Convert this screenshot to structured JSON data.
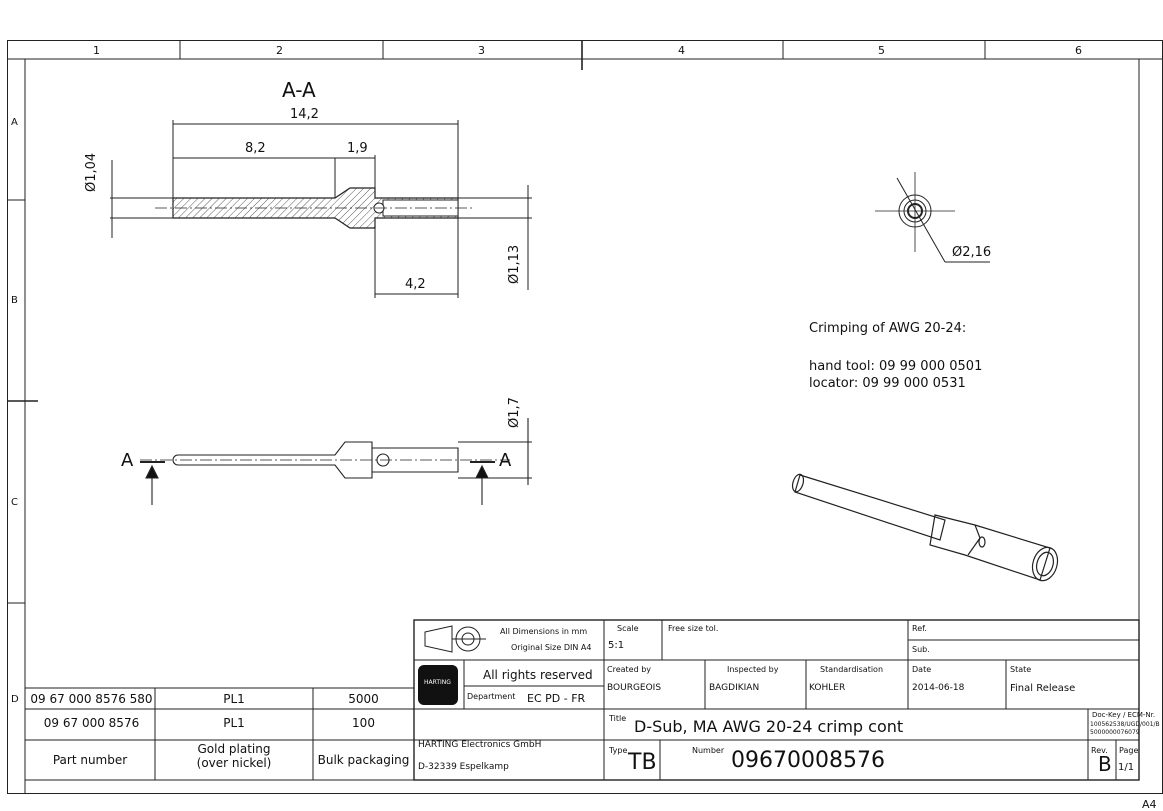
{
  "zones": {
    "columns": [
      "1",
      "2",
      "3",
      "4",
      "5",
      "6"
    ],
    "rows": [
      "A",
      "B",
      "C",
      "D"
    ]
  },
  "drawing": {
    "section_label": "A-A",
    "dims": {
      "total_length": "14,2",
      "length_a": "8,2",
      "length_b": "1,9",
      "length_c": "4,2",
      "dia_small": "Ø1,04",
      "dia_mid": "Ø1,13",
      "dia_large": "Ø1,7",
      "dia_hole": "Ø2,16"
    },
    "cut_marker": "A",
    "notes": [
      "Crimping of AWG 20-24:",
      "hand tool: 09 99 000 0501",
      "locator: 09 99 000 0531"
    ]
  },
  "parts_table": {
    "rows": [
      [
        "09 67 000 8576 580",
        "PL1",
        "5000"
      ],
      [
        "09 67 000 8576",
        "PL1",
        "100"
      ]
    ],
    "headers": [
      "Part number",
      "Gold plating\n(over nickel)",
      "Bulk packaging"
    ]
  },
  "title_block": {
    "dimensions_note": "All Dimensions in mm",
    "original_size": "Original Size DIN A4",
    "rights": "All rights reserved",
    "department_label": "Department",
    "department": "EC PD - FR",
    "company": "HARTING Electronics GmbH",
    "address": "D-32339 Espelkamp",
    "scale_label": "Scale",
    "scale": "5:1",
    "tolerance": "Free size tol.",
    "ref_label": "Ref.",
    "sub_label": "Sub.",
    "created_by_label": "Created by",
    "created_by": "BOURGEOIS",
    "inspected_by_label": "Inspected by",
    "inspected_by": "BAGDIKIAN",
    "standardisation_label": "Standardisation",
    "standardisation": "KOHLER",
    "date_label": "Date",
    "date": "2014-06-18",
    "state_label": "State",
    "state": "Final Release",
    "title_label": "Title",
    "title": "D-Sub, MA AWG 20-24 crimp cont",
    "doc_key": "Doc-Key / ECM-Nr.",
    "doc_key_value_1": "100562538/UGD/001/B",
    "doc_key_value_2": "5000000076079",
    "type_label": "Type",
    "type": "TB",
    "number_label": "Number",
    "number": "09670008576",
    "rev_label": "Rev.",
    "rev": "B",
    "page_label": "Page",
    "page": "1/1",
    "logo_text": "HARTING"
  },
  "corner_mark": "A4"
}
